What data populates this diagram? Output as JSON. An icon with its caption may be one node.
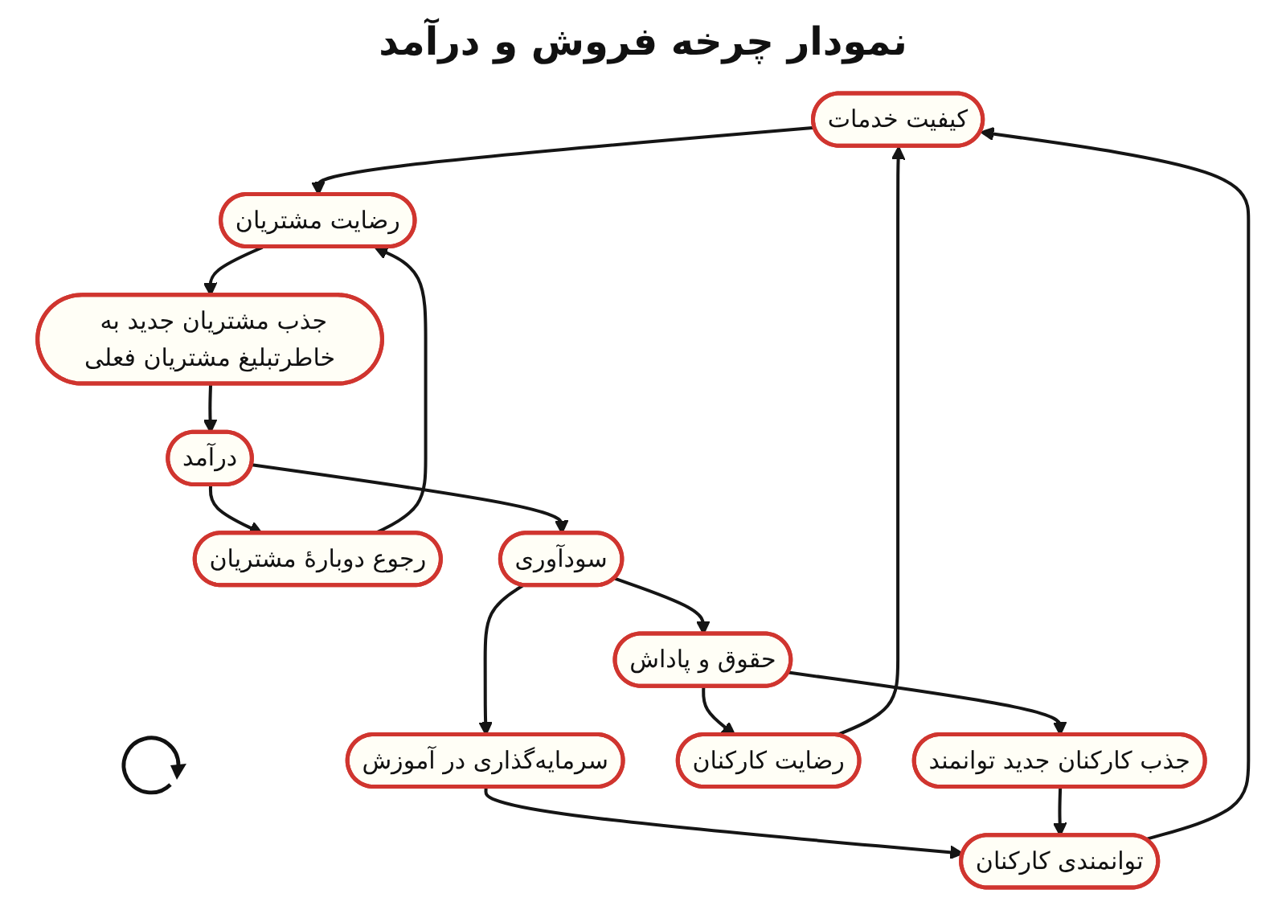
{
  "diagram": {
    "title": "نمودار چرخه فروش و درآمد",
    "nodes": [
      {
        "text": [
          "کیفیت خدمات"
        ]
      },
      {
        "text": [
          "رضایت مشتریان"
        ]
      },
      {
        "text": [
          "توانمندی کارکنان"
        ]
      },
      {
        "text": [
          "رجوع دوبارهٔ مشتریان"
        ]
      },
      {
        "text": [
          "جذب کارکنان جدید توانمند"
        ]
      },
      {
        "text": [
          "جذب مشتریان جدید به خاطرتبلیغ مشتریان فعلی"
        ]
      },
      {
        "text": [
          "رضایت کارکنان"
        ]
      },
      {
        "text": [
          "درآمد"
        ]
      },
      {
        "text": [
          "حقوق و پاداش"
        ]
      },
      {
        "text": [
          "سودآوری"
        ]
      },
      {
        "text": [
          "سرمایه‌گذاری در آموزش"
        ]
      }
    ],
    "edges": [
      {
        "from": 2,
        "to": 0,
        "arrow": "to"
      },
      {
        "from": 0,
        "to": 1,
        "arrow": "to"
      },
      {
        "from": 1,
        "to": 5,
        "arrow": "to"
      },
      {
        "from": 5,
        "to": 7,
        "arrow": "to"
      },
      {
        "from": 7,
        "to": 9,
        "arrow": "to"
      },
      {
        "from": 7,
        "to": 3,
        "arrow": "to"
      },
      {
        "from": 3,
        "to": 1,
        "arrow": "to"
      },
      {
        "from": 9,
        "to": 8,
        "arrow": "to"
      },
      {
        "from": 9,
        "to": 10,
        "arrow": "to"
      },
      {
        "from": 8,
        "to": 6,
        "arrow": "to"
      },
      {
        "from": 8,
        "to": 4,
        "arrow": "to"
      },
      {
        "from": 6,
        "to": 0,
        "arrow": "to"
      },
      {
        "from": 10,
        "to": 2,
        "arrow": "to"
      },
      {
        "from": 4,
        "to": 2,
        "arrow": "to"
      }
    ]
  }
}
